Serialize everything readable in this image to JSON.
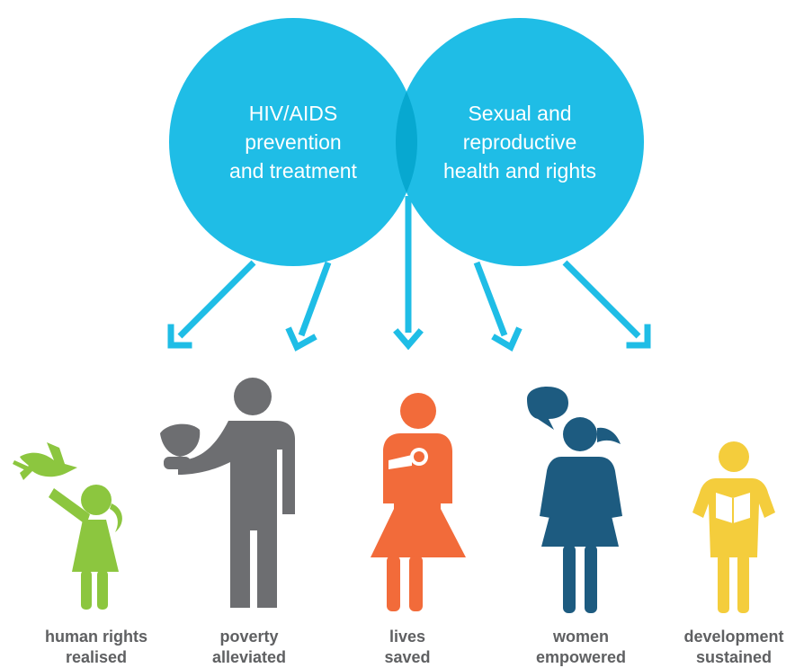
{
  "colors": {
    "circle": "#1fbde6",
    "overlap": "#07a8d0",
    "arrow": "#1fbde6",
    "green": "#8cc63f",
    "grey": "#6d6e71",
    "orange": "#f26b3a",
    "navy": "#1d5b80",
    "yellow": "#f4cd3c",
    "caption": "#5f6062"
  },
  "circles": [
    {
      "lines": [
        "HIV/AIDS",
        "prevention",
        "and treatment"
      ]
    },
    {
      "lines": [
        "Sexual and",
        "reproductive",
        "health and rights"
      ]
    }
  ],
  "outcomes": [
    {
      "lines": [
        "human rights",
        "realised"
      ],
      "icon": "girl-with-dove-icon"
    },
    {
      "lines": [
        "poverty",
        "alleviated"
      ],
      "icon": "man-with-bowl-icon"
    },
    {
      "lines": [
        "lives",
        "saved"
      ],
      "icon": "mother-with-baby-icon"
    },
    {
      "lines": [
        "women",
        "empowered"
      ],
      "icon": "woman-with-speech-bubble-icon"
    },
    {
      "lines": [
        "development",
        "sustained"
      ],
      "icon": "child-reading-book-icon"
    }
  ]
}
